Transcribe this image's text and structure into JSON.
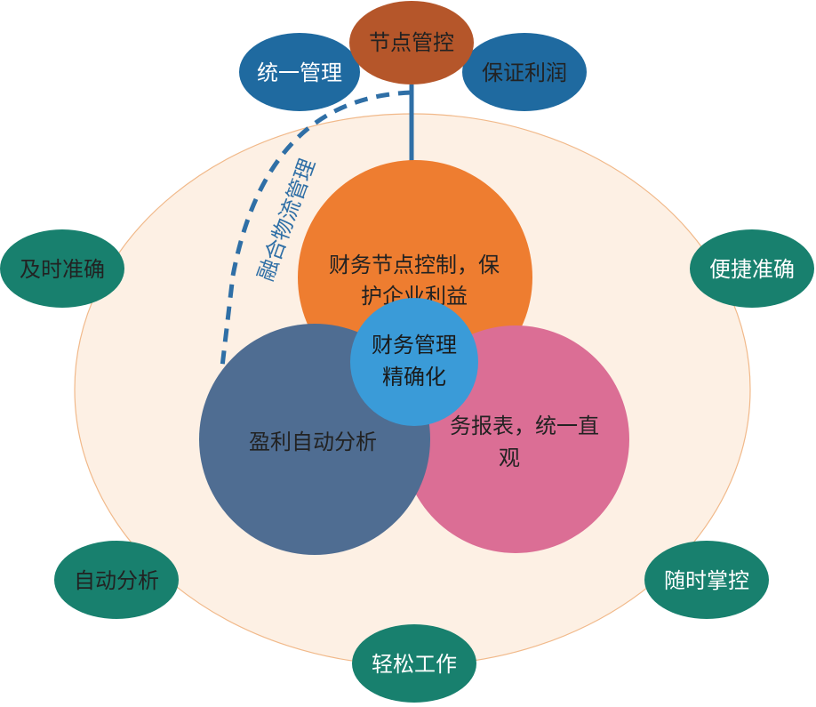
{
  "diagram": {
    "center_label": [
      "财务管理",
      "精确化"
    ],
    "circles": {
      "orange": [
        "财务节点控制，保",
        "护企业利益"
      ],
      "blue_slate": [
        "盈利自动分析"
      ],
      "pink": [
        "务报表，统一直",
        "观"
      ]
    },
    "top_node": "节点管控",
    "top_left_node": "统一管理",
    "top_right_node": "保证利润",
    "arc_label": "融合物流管理",
    "outer_nodes": {
      "left_upper": "及时准确",
      "right_upper": "便捷准确",
      "left_lower": "自动分析",
      "right_lower": "随时掌控",
      "bottom": "轻松工作"
    },
    "colors": {
      "bg_ellipse_fill": "#fdf0e4",
      "bg_ellipse_stroke": "#f1b98a",
      "orange": "#ee7d30",
      "slate": "#4f6d92",
      "pink": "#db6e95",
      "center": "#3a9bd8",
      "top_node": "#b5562a",
      "blue_node": "#1f6aa0",
      "teal_node": "#18806e",
      "connector": "#1f5e96"
    }
  }
}
